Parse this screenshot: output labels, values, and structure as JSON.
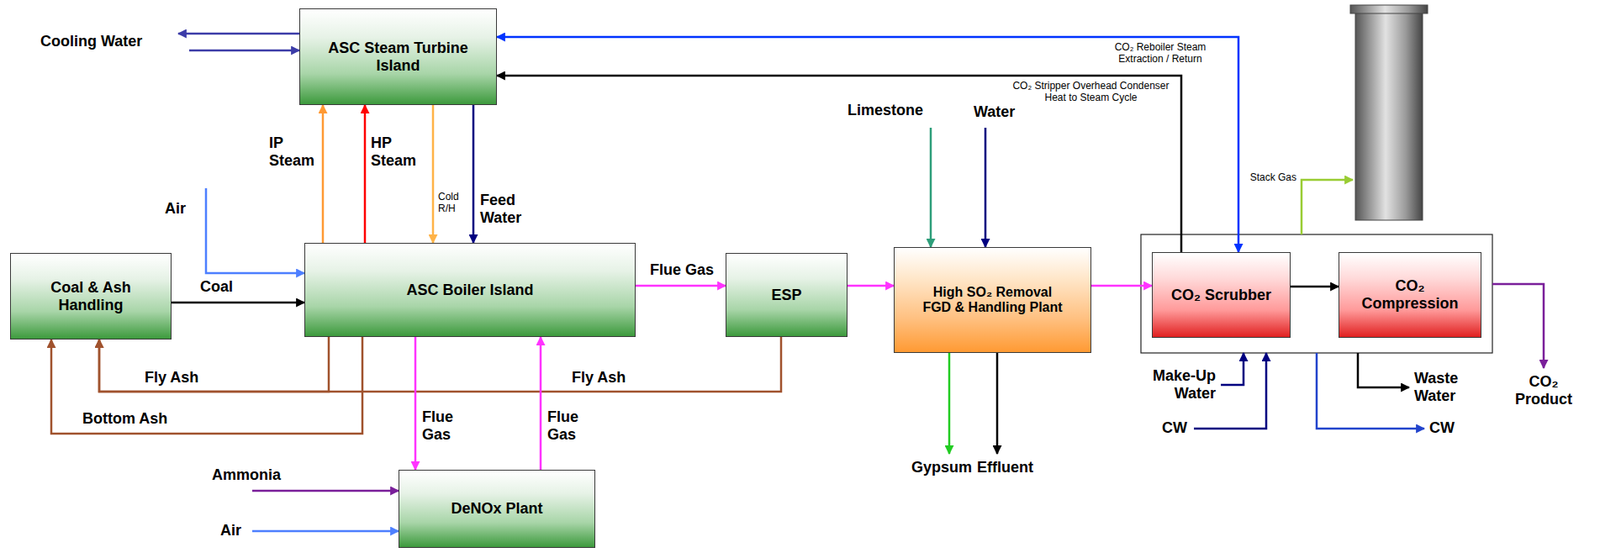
{
  "diagram": {
    "nodes": [
      {
        "text": [
          "ASC Steam Turbine Island"
        ]
      },
      {
        "text": [
          "Coal & Ash Handling"
        ]
      },
      {
        "text": [
          "ASC Boiler Island"
        ]
      },
      {
        "text": [
          "ESP"
        ]
      },
      {
        "text": [
          "High SO₂ Removal FGD & Handling Plant"
        ]
      },
      {
        "text": [
          "CO₂ Scrubber"
        ]
      },
      {
        "text": [
          "CO₂ Compression"
        ]
      },
      {
        "text": [
          "DeNOx Plant"
        ]
      }
    ],
    "edges": [
      {
        "from": 2,
        "to": 0,
        "label": "IP Steam",
        "arrow": "to"
      },
      {
        "from": 2,
        "to": 0,
        "label": "HP Steam",
        "arrow": "to"
      },
      {
        "from": 0,
        "to": 2,
        "label": "Cold R/H",
        "arrow": "to"
      },
      {
        "from": 0,
        "to": 2,
        "label": "Feed Water",
        "arrow": "to"
      },
      {
        "from": 1,
        "to": 2,
        "label": "Coal",
        "arrow": "to"
      },
      {
        "from": 2,
        "to": 3,
        "label": "Flue Gas",
        "arrow": "to"
      },
      {
        "from": 2,
        "to": 1,
        "label": "Fly Ash",
        "arrow": "to"
      },
      {
        "from": 2,
        "to": 1,
        "label": "Bottom Ash",
        "arrow": "to"
      },
      {
        "from": 3,
        "to": 1,
        "label": "Fly Ash",
        "arrow": "to"
      },
      {
        "from": 2,
        "to": 7,
        "label": "Flue Gas",
        "arrow": "to"
      },
      {
        "from": 7,
        "to": 2,
        "label": "Flue Gas",
        "arrow": "to"
      },
      {
        "from": 3,
        "to": 4,
        "arrow": "to"
      },
      {
        "from": 4,
        "to": 5,
        "arrow": "to"
      },
      {
        "from": 5,
        "to": 6,
        "arrow": "to"
      },
      {
        "from": 0,
        "to": 5,
        "label": "CO₂ Reboiler Steam Extraction / Return",
        "arrow": "both"
      },
      {
        "from": 5,
        "to": 0,
        "label": "CO₂ Stripper Overhead Condenser Heat to Steam Cycle",
        "arrow": "to"
      }
    ],
    "labels": [
      "Cooling Water",
      "Air",
      "Limestone",
      "Water",
      "Stack Gas",
      "Ammonia",
      "Air",
      "Gypsum",
      "Effluent",
      "Make-Up Water",
      "CW",
      "Waste Water",
      "CW",
      "CO₂ Product"
    ]
  }
}
